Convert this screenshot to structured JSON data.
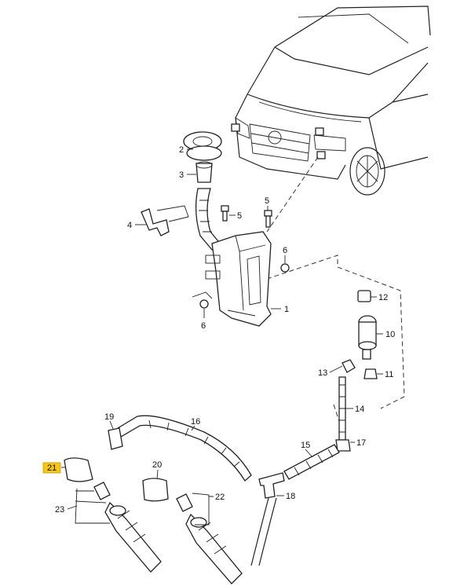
{
  "callouts": {
    "c1": "1",
    "c2": "2",
    "c3": "3",
    "c4": "4",
    "c5a": "5",
    "c5b": "5",
    "c6a": "6",
    "c6b": "6",
    "c10": "10",
    "c11": "11",
    "c12": "12",
    "c13": "13",
    "c14": "14",
    "c15": "15",
    "c16": "16",
    "c17": "17",
    "c18": "18",
    "c19": "19",
    "c20": "20",
    "c21": "21",
    "c22": "22",
    "c23": "23"
  },
  "highlight": {
    "callout": "21",
    "color": "#f5c518"
  }
}
